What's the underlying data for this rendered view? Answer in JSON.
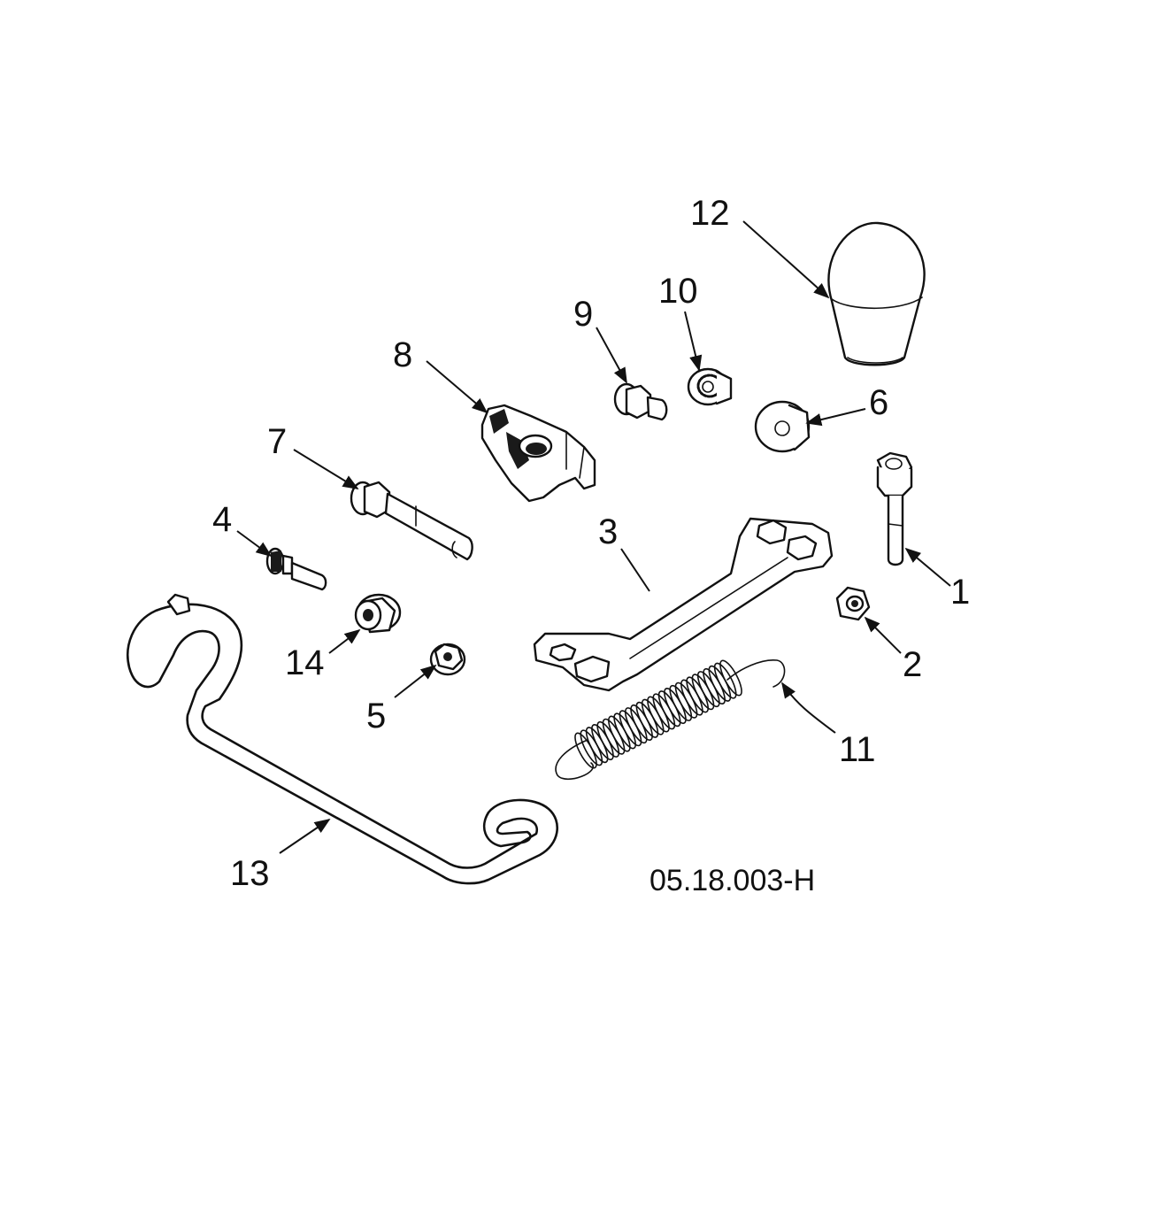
{
  "callouts": {
    "c1": "1",
    "c2": "2",
    "c3": "3",
    "c4": "4",
    "c5": "5",
    "c6": "6",
    "c7": "7",
    "c8": "8",
    "c9": "9",
    "c10": "10",
    "c11": "11",
    "c12": "12",
    "c13": "13",
    "c14": "14"
  },
  "drawing_code": "05.18.003-H",
  "colors": {
    "line": "#111111",
    "background": "#ffffff"
  }
}
